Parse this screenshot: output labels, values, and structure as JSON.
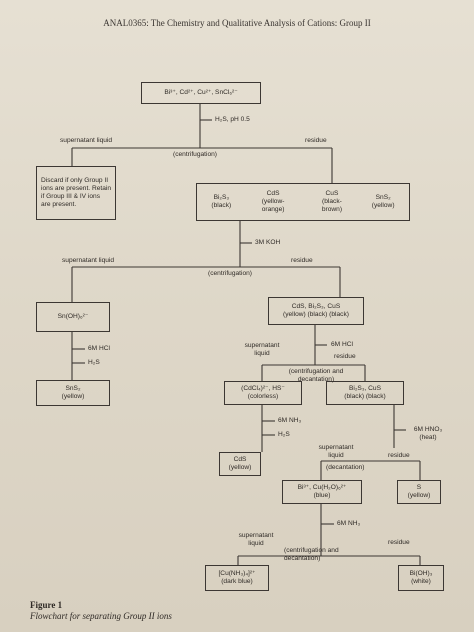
{
  "header": "ANAL0365: The Chemistry and Qualitative Analysis of Cations: Group II",
  "boxes": {
    "start": "Bi³⁺, Cd²⁺, Cu²⁺, SnCl₆²⁻",
    "discard": "Discard if only Group II ions are present. Retain if Group III & IV ions are present.",
    "sulfides": [
      {
        "formula": "Bi₂S₃",
        "color": "(black)"
      },
      {
        "formula": "CdS",
        "color": "(yellow- orange)"
      },
      {
        "formula": "CuS",
        "color": "(black- brown)"
      },
      {
        "formula": "SnS₂",
        "color": "(yellow)"
      }
    ],
    "sn_oh": "Sn(OH)₆²⁻",
    "sns2": {
      "formula": "SnS₂",
      "color": "(yellow)"
    },
    "cds_bi_cu": {
      "formula": "CdS, Bi₂S₃, CuS",
      "color": "(yellow) (black) (black)"
    },
    "cdcl4": {
      "formula": "(CdCl₄)²⁻, HS⁻",
      "color": "(colorless)"
    },
    "bi2s3_cus": {
      "formula": "Bi₂S₃, CuS",
      "color": "(black) (black)"
    },
    "cds": {
      "formula": "CdS",
      "color": "(yellow)"
    },
    "bi_cu": {
      "formula": "Bi³⁺, Cu(H₂O)₆²⁺",
      "color": "(blue)"
    },
    "s": {
      "formula": "S",
      "color": "(yellow)"
    },
    "cunh3": {
      "formula": "[Cu(NH₃)₄]²⁺",
      "color": "(dark blue)"
    },
    "bioh3": {
      "formula": "Bi(OH)₃",
      "color": "(white)"
    }
  },
  "labels": {
    "h2s_ph": "H₂S, pH 0.5",
    "sup1": "supernatant liquid",
    "res1": "residue",
    "centr1": "(centrifugation)",
    "koh": "3M KOH",
    "sup2": "supernatant liquid",
    "res2": "residue",
    "centr2": "(centrifugation)",
    "hcl_left": "6M HCl",
    "h2s_left": "H₂S",
    "sup3": "supernatant liquid",
    "hcl_right": "6M HCl",
    "res3": "residue",
    "centr_dec1": "(centrifugation and decantation)",
    "nh3_1": "6M NH₃",
    "h2s_2": "H₂S",
    "hno3": "6M HNO₃ (heat)",
    "sup4": "supernatant liquid",
    "res4": "residue",
    "dec": "(decantation)",
    "nh3_2": "6M NH₃",
    "sup5": "supernatant liquid",
    "res5": "residue",
    "centr_dec2": "(centrifugation and decantation)"
  },
  "caption": {
    "title": "Figure 1",
    "subtitle": "Flowchart for separating Group II ions"
  }
}
